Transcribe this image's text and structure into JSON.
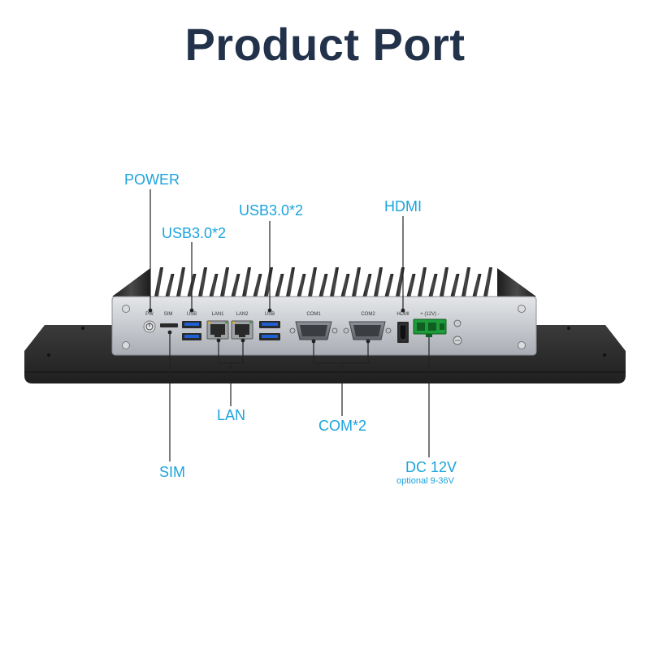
{
  "title": "Product Port",
  "callouts": {
    "power": "POWER",
    "usb_left": "USB3.0*2",
    "usb_right": "USB3.0*2",
    "hdmi": "HDMI",
    "lan": "LAN",
    "com": "COM*2",
    "sim": "SIM",
    "dc": "DC 12V",
    "dc_sub": "optional 9-36V"
  },
  "panel_labels": {
    "pw": "PW",
    "sim": "SIM",
    "usb1": "USB",
    "lan1": "LAN1",
    "lan2": "LAN2",
    "usb2": "USB",
    "com1": "COM1",
    "com2": "COM2",
    "hdmi": "HDMI",
    "dc": "+ (12V) -"
  },
  "colors": {
    "title": "#22324a",
    "callout": "#1aa3dc",
    "bezel": "#2b2b2b",
    "chassis": "#c9ccd1",
    "usb_blue": "#1f5fd1",
    "dc_green": "#1e9b3a"
  }
}
